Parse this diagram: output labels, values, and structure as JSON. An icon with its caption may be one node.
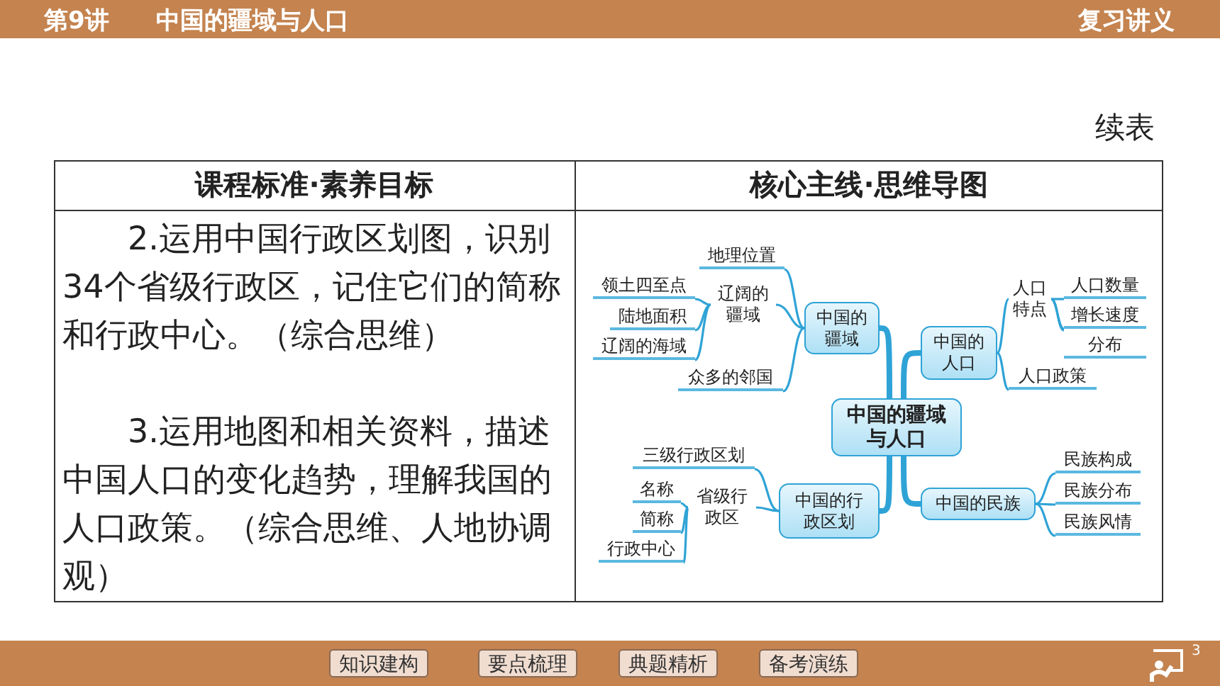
{
  "diagram": {
    "nodes": [
      {
        "text": [
          "中国的疆域与人口"
        ]
      },
      {
        "text": [
          "中国的疆域"
        ]
      },
      {
        "text": [
          "地理位置"
        ]
      },
      {
        "text": [
          "辽阔的疆域"
        ]
      },
      {
        "text": [
          "领土四至点"
        ]
      },
      {
        "text": [
          "陆地面积"
        ]
      },
      {
        "text": [
          "辽阔的海域"
        ]
      },
      {
        "text": [
          "众多的邻国"
        ]
      },
      {
        "text": [
          "中国的人口"
        ]
      },
      {
        "text": [
          "人口特点"
        ]
      },
      {
        "text": [
          "人口数量"
        ]
      },
      {
        "text": [
          "增长速度"
        ]
      },
      {
        "text": [
          "分布"
        ]
      },
      {
        "text": [
          "人口政策"
        ]
      },
      {
        "text": [
          "中国的行政区划"
        ]
      },
      {
        "text": [
          "三级行政区划"
        ]
      },
      {
        "text": [
          "省级行政区"
        ]
      },
      {
        "text": [
          "名称"
        ]
      },
      {
        "text": [
          "简称"
        ]
      },
      {
        "text": [
          "行政中心"
        ]
      },
      {
        "text": [
          "中国的民族"
        ]
      },
      {
        "text": [
          "民族构成"
        ]
      },
      {
        "text": [
          "民族分布"
        ]
      },
      {
        "text": [
          "民族风情"
        ]
      }
    ],
    "edges": [
      {
        "from": 0,
        "to": 1,
        "arrow": "none",
        "style": "thick"
      },
      {
        "from": 1,
        "to": 2,
        "arrow": "none"
      },
      {
        "from": 1,
        "to": 3,
        "arrow": "none"
      },
      {
        "from": 1,
        "to": 7,
        "arrow": "none"
      },
      {
        "from": 3,
        "to": 4,
        "arrow": "none"
      },
      {
        "from": 3,
        "to": 5,
        "arrow": "none"
      },
      {
        "from": 3,
        "to": 6,
        "arrow": "none"
      },
      {
        "from": 0,
        "to": 8,
        "arrow": "none",
        "style": "thick"
      },
      {
        "from": 8,
        "to": 9,
        "arrow": "none"
      },
      {
        "from": 8,
        "to": 13,
        "arrow": "none"
      },
      {
        "from": 9,
        "to": 10,
        "arrow": "none"
      },
      {
        "from": 9,
        "to": 11,
        "arrow": "none"
      },
      {
        "from": 9,
        "to": 12,
        "arrow": "none"
      },
      {
        "from": 0,
        "to": 14,
        "arrow": "none",
        "style": "thick"
      },
      {
        "from": 14,
        "to": 15,
        "arrow": "none"
      },
      {
        "from": 14,
        "to": 16,
        "arrow": "none"
      },
      {
        "from": 16,
        "to": 17,
        "arrow": "none"
      },
      {
        "from": 16,
        "to": 18,
        "arrow": "none"
      },
      {
        "from": 16,
        "to": 19,
        "arrow": "none"
      },
      {
        "from": 0,
        "to": 20,
        "arrow": "none",
        "style": "thick"
      },
      {
        "from": 20,
        "to": 21,
        "arrow": "none"
      },
      {
        "from": 20,
        "to": 22,
        "arrow": "none"
      },
      {
        "from": 20,
        "to": 23,
        "arrow": "none"
      }
    ],
    "labels": [
      "第9讲",
      "中国的疆域与人口",
      "复习讲义",
      "续表",
      "课程标准·素养目标",
      "核心主线·思维导图",
      "2.运用中国行政区划图，识别34个省级行政区，记住它们的简称和行政中心。（综合思维）",
      "3.运用地图和相关资料，描述中国人口的变化趋势，理解我国的人口政策。（综合思维、人地协调观）",
      "知识建构",
      "要点梳理",
      "典题精析",
      "备考演练",
      "3"
    ]
  }
}
